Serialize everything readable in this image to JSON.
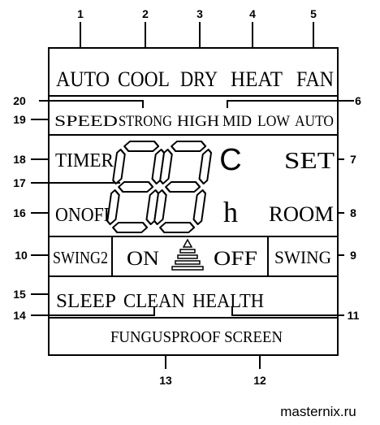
{
  "callouts": [
    "1",
    "2",
    "3",
    "4",
    "5",
    "6",
    "7",
    "8",
    "9",
    "10",
    "11",
    "12",
    "13",
    "14",
    "15",
    "16",
    "17",
    "18",
    "19",
    "20"
  ],
  "modes": [
    "AUTO",
    "COOL",
    "DRY",
    "HEAT",
    "FAN"
  ],
  "fan_speed": [
    "SPEED",
    "STRONG",
    "HIGH",
    "MID",
    "LOW",
    "AUTO"
  ],
  "display": {
    "timer": "TIMER",
    "onoff": "ONOFF",
    "celsius": "C",
    "hour": "h",
    "set": "SET",
    "room": "ROOM",
    "digits": "88"
  },
  "swing": {
    "swing2": "SWING2",
    "on": "ON",
    "off": "OFF",
    "swing": "SWING"
  },
  "functions": [
    "SLEEP",
    "CLEAN",
    "HEALTH"
  ],
  "screen_label": "FUNGUSPROOF SCREEN",
  "watermark": "masternix.ru"
}
